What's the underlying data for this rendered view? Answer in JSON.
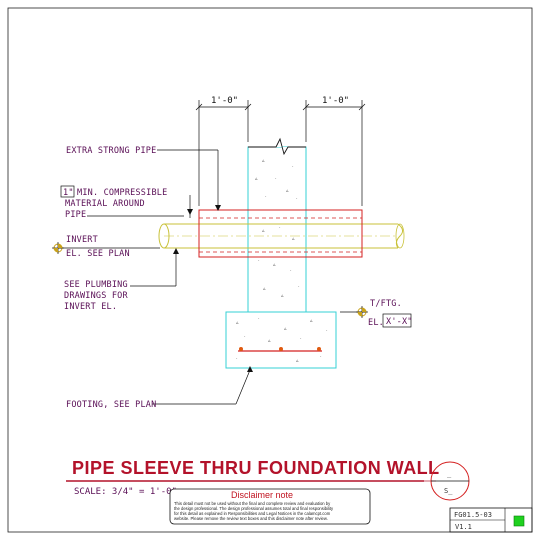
{
  "drawing": {
    "dim_left": "1'-0\"",
    "dim_right": "1'-0\"",
    "label_pipe": "EXTRA STRONG PIPE",
    "label_material_num": "1\"",
    "label_material_1": "MIN. COMPRESSIBLE",
    "label_material_2": "MATERIAL AROUND",
    "label_material_3": "PIPE",
    "label_invert_1": "INVERT",
    "label_invert_2": "EL. SEE PLAN",
    "label_plumbing_1": "SEE PLUMBING",
    "label_plumbing_2": "DRAWINGS FOR",
    "label_plumbing_3": "INVERT EL.",
    "label_tftg": "T/FTG.",
    "label_el": "EL.",
    "label_el_value": "X'-X\"",
    "label_footing": "FOOTING, SEE PLAN"
  },
  "title_block": {
    "title": "PIPE SLEEVE THRU FOUNDATION WALL",
    "scale": "SCALE: 3/4\" = 1'-0\"",
    "bubble_top": "_",
    "bubble_bottom": "S_",
    "disclaimer_title": "Disclaimer note",
    "disclaimer_lines": [
      "This detail must not be used without the final and complete review and evaluation by",
      "the design professional. The design professional assumes total and final responsibility",
      "for this detail as explained in Responsibilities and Legal Notices in the calamcpt.com",
      "website. Please remove the review text boxes and this disclaimer note after review."
    ],
    "code": "FG01.5-03",
    "version": "V1.1"
  },
  "colors": {
    "concrete": "#36d0d6",
    "sleeve": "#d42020",
    "pipe": "#c9c23a",
    "label": "#5a0f56",
    "title": "#b3122a",
    "status": "#1fd11f"
  }
}
